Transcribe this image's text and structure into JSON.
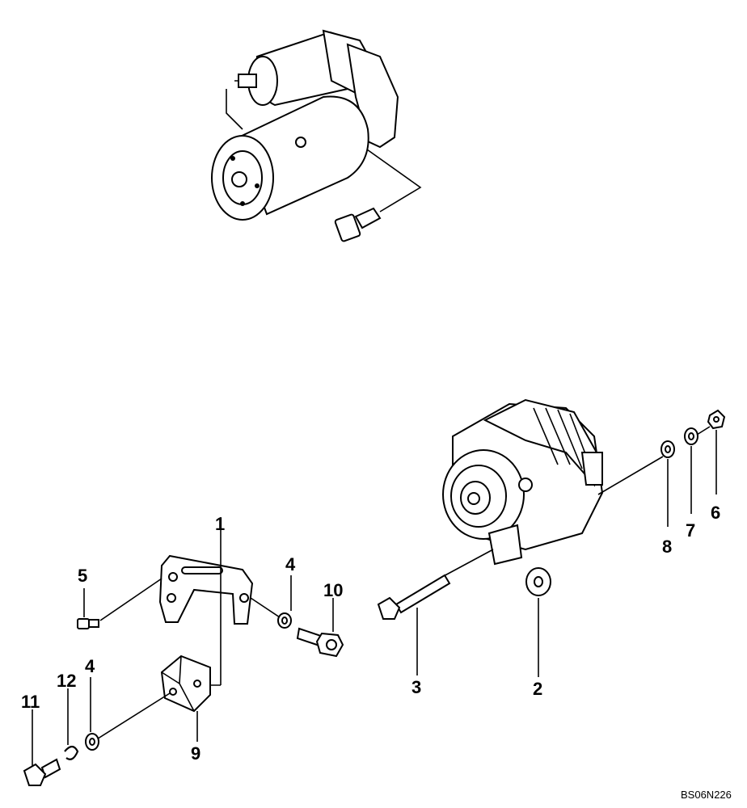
{
  "callouts": {
    "c1": "1",
    "c2": "2",
    "c3": "3",
    "c4a": "4",
    "c4b": "4",
    "c5": "5",
    "c6": "6",
    "c7": "7",
    "c8": "8",
    "c9": "9",
    "c10": "10",
    "c11": "11",
    "c12": "12"
  },
  "drawing_code": "BS06N226",
  "colors": {
    "line": "#000000",
    "background": "#ffffff"
  }
}
